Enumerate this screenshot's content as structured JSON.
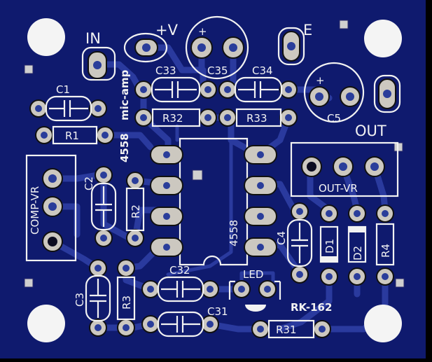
{
  "board": {
    "background_color": "#0f1a6e",
    "frame_color": "#000000",
    "trace_color": "#2a3a9e",
    "silk_color": "#f2f2f2",
    "pad_color": "#ccc8c0"
  },
  "labels": {
    "in": "IN",
    "plus_v": "+V",
    "ground": "E",
    "out": "OUT",
    "mic_amp": "mic-amp",
    "ic_top": "4558",
    "ic_body": "4558",
    "comp_vr": "COMP-VR",
    "out_vr": "OUT-VR",
    "led": "LED",
    "board_id": "RK-162",
    "plus_sign": "+"
  },
  "components": {
    "c1": "C1",
    "r1": "R1",
    "c2": "C2",
    "r2": "R2",
    "c3": "C3",
    "r3": "R3",
    "c4": "C4",
    "r4": "R4",
    "d1": "D1",
    "d2": "D2",
    "c5": "C5",
    "c31": "C31",
    "r31": "R31",
    "c32": "C32",
    "c33": "C33",
    "r32": "R32",
    "c34": "C34",
    "r33": "R33",
    "c35": "C35"
  }
}
